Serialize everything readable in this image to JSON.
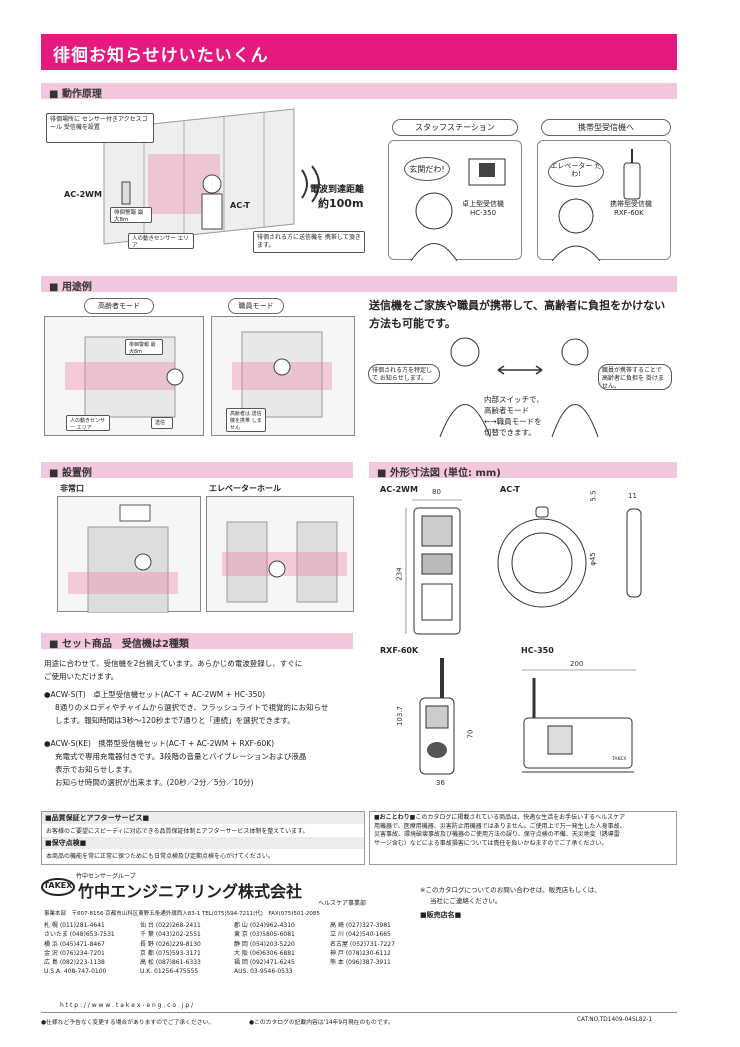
{
  "title": "徘徊お知らせけいたいくん",
  "sections": {
    "principle": "動作原理",
    "usage": "用途例",
    "install": "設置例",
    "dimensions": "外形寸法図 (単位: mm)",
    "set": "セット商品　受信機は2種類"
  },
  "principle": {
    "note1": "徘徊場所に センサー付きアクセスコール 受信機を設置",
    "ac2wm": "AC-2WM",
    "act": "AC-T",
    "detect": "徘徊警報 最大8m",
    "sensor": "人の動きセンサー エリア",
    "range_label": "電波到達距離",
    "range_value": "約100m",
    "carry": "徘徊される方に送信機を 携帯して頂きます。",
    "staff_station": "スタッフステーション",
    "portable_to": "携帯型受信機へ",
    "bubble1": "玄関だわ!",
    "bubble2": "エレベーター だわ!",
    "desk": "卓上型受信機",
    "hc350": "HC-350",
    "portable": "携帯型受信機",
    "rxf": "RXF-60K"
  },
  "usage": {
    "elderly_mode": "高齢者モード",
    "staff_mode": "職員モード",
    "label_alarm": "徘徊警報 最大8m",
    "label_sensor": "人の動きセンサー エリア",
    "label_sending": "送信",
    "label_staff_no": "高齢者は 送信機を携帯 しません",
    "headline1": "送信機をご家族や職員が携帯して、高齢者に負担をかけない",
    "headline2": "方法も可能です。",
    "note_left": "徘徊される方を特定して お知らせします。",
    "note_right": "職員が携帯することで 高齢者に負担を 掛けません。",
    "switch1": "内部スイッチで、",
    "switch2": "高齢者モード",
    "switch3": "←→職員モードを",
    "switch4": "切替できます。"
  },
  "install": {
    "emergency": "非常口",
    "elevator": "エレベーターホール"
  },
  "dims": {
    "ac2wm": "AC-2WM",
    "act": "AC-T",
    "rxf": "RXF-60K",
    "hc350": "HC-350",
    "w80": "80",
    "h234": "234",
    "d55": "5.5",
    "w11": "11",
    "phi45": "φ45",
    "h1037": "103.7",
    "h70": "70",
    "w36": "36",
    "w200": "200",
    "brand": "TAKEX"
  },
  "set": {
    "intro1": "用途に合わせて、受信機を2台揃えています。あらかじめ電波登録し、すぐに",
    "intro2": "ご使用いただけます。",
    "item1_title": "●ACW-S(T)　卓上型受信機セット(AC-T + AC-2WM + HC-350)",
    "item1_l1": "8通りのメロディやチャイムから選択でき、フラッシュライトで視覚的にお知らせ",
    "item1_l2": "します。報知時間は3秒～120秒まで7通りと「連続」を選択できます。",
    "item2_title": "●ACW-S(KE)　携帯型受信機セット(AC-T + AC-2WM + RXF-60K)",
    "item2_l1": "充電式で専用充電器付きです。3段階の音量とバイブレーションおよび液晶",
    "item2_l2": "表示でお知らせします。",
    "item2_l3": "お知らせ時間の選択が出来ます。(20秒／2分／5分／10分)"
  },
  "footer": {
    "warranty_h": "■品質保証とアフターサービス■",
    "warranty": "お客様のご要望にスピーディに対応できる品質保証体制とアフターサービス体制を整えています。",
    "maint_h": "■保守点検■",
    "maint": "本商品の機能を常に正常に保つためにも日常点検及び定期点検を心がけてください。",
    "notice_h": "■おことわり■",
    "notice1": "このカタログに掲載されている商品は、快適な生活をお手伝いするヘルスケア",
    "notice2": "用機器で、医療用機器、災害防止用機器ではありません。ご使用上で万一発生した人身事故、",
    "notice3": "災害事故、環境破壊事故及び機器のご使用方法の誤り、保守点検の不備、天災地変（誘導雷",
    "notice4": "サージ含む）などによる事故損害については責任を負いかねますのでご了承ください。",
    "group": "竹中センサーグループ",
    "logo": "TAKEX",
    "company": "竹中エンジニアリング株式会社",
    "dept": "ヘルスケア事業部",
    "hq": "事業本部　〒607-8156 京都市山科区東野五条通外環西入83-1 TEL(075)594-7211(代)　FAX(075)501-2085",
    "offices1": [
      "札 幌 (011)281-4641",
      "さいたま (048)653-7531",
      "横 浜 (045)471-8467",
      "金 沢 (076)234-7201",
      "広 島 (082)223-1138",
      "U.S.A. 408-747-0100"
    ],
    "offices2": [
      "仙 台 (022)268-2411",
      "千 葉 (043)202-2551",
      "長 野 (026)229-8130",
      "京 都 (075)593-3171",
      "高 松 (087)861-6333",
      "U.K. 01256-475555"
    ],
    "offices3": [
      "郡 山 (024)962-4310",
      "東 京 (03)5805-6081",
      "静 岡 (054)203-5220",
      "大 阪 (06)6306-6881",
      "福 岡 (092)471-6245",
      "AUS. 03-9546-0533"
    ],
    "offices4": [
      "高 崎 (027)327-3981",
      "立 川 (042)540-1665",
      "名古屋 (052)731-7227",
      "神 戸 (078)230-6112",
      "熊 本 (096)387-3911"
    ],
    "inquiry1": "※このカタログについてのお問い合わせは、販売店もしくは、",
    "inquiry2": "当社にご連絡ください。",
    "dealer": "■販売店名■",
    "url": "h t t p : / / w w w . t a k e x - e n g . c o . j p /",
    "bottom1": "●仕様など予告なく変更する場合がありますのでご了承ください。",
    "bottom2": "●このカタログの記載内容は'14年9月現在のものです。",
    "catno": "CAT.NO.TD1409-04SL82-1"
  }
}
